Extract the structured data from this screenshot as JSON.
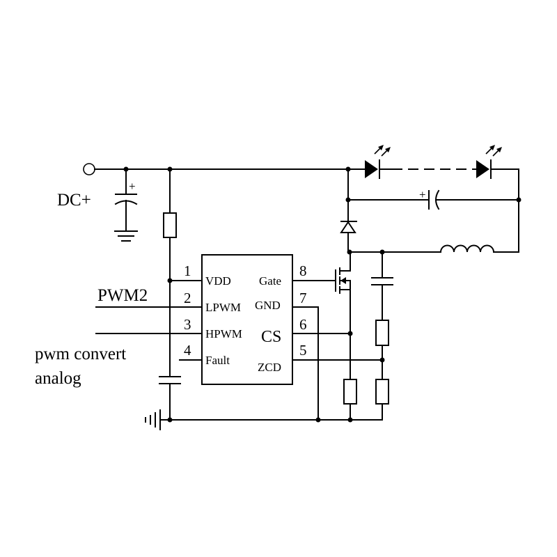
{
  "labels": {
    "dc_plus": "DC+",
    "pwm2": "PWM2",
    "pwm_convert_line1": "pwm convert",
    "pwm_convert_line2": "analog"
  },
  "ic": {
    "left_pins": [
      {
        "num": "1",
        "name": "VDD"
      },
      {
        "num": "2",
        "name": "LPWM"
      },
      {
        "num": "3",
        "name": "HPWM"
      },
      {
        "num": "4",
        "name": "Fault"
      }
    ],
    "right_pins": [
      {
        "num": "8",
        "name": "Gate"
      },
      {
        "num": "7",
        "name": "GND"
      },
      {
        "num": "6",
        "name": "CS"
      },
      {
        "num": "5",
        "name": "ZCD"
      }
    ]
  },
  "polarity": {
    "plus": "+"
  }
}
